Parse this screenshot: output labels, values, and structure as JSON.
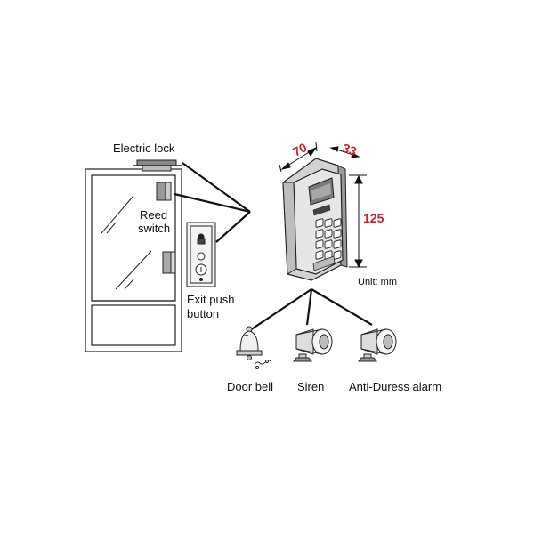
{
  "labels": {
    "electric_lock": "Electric lock",
    "reed_switch_line1": "Reed",
    "reed_switch_line2": "switch",
    "exit_button_line1": "Exit push",
    "exit_button_line2": "button",
    "door_bell": "Door bell",
    "siren": "Siren",
    "anti_duress": "Anti-Duress alarm"
  },
  "dimensions": {
    "width": "70",
    "depth": "33",
    "height": "125",
    "unit": "Unit: mm"
  },
  "colors": {
    "dimension_text": "#c0262b",
    "line": "#111111"
  }
}
